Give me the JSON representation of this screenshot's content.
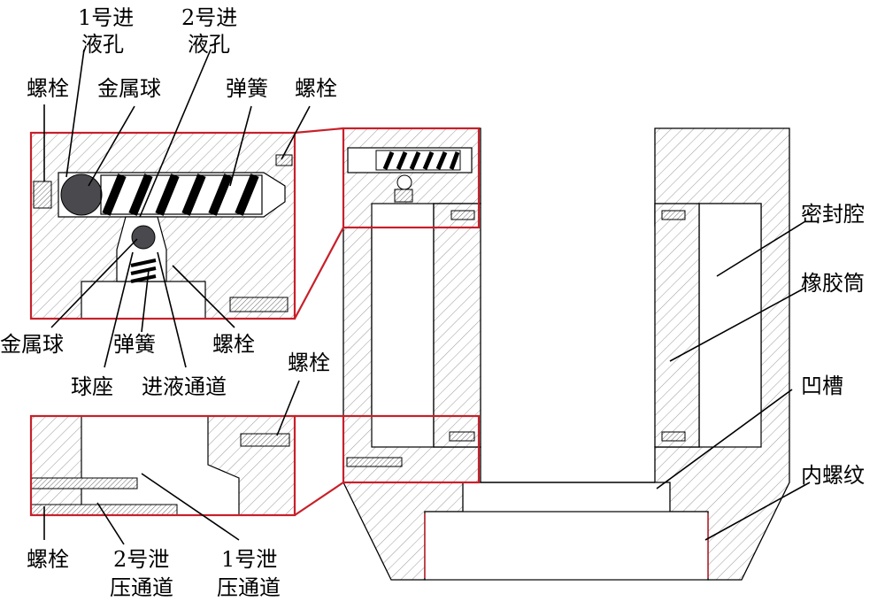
{
  "labels": {
    "inlet_1_line1": "1号进",
    "inlet_1_line2": "液孔",
    "inlet_2_line1": "2号进",
    "inlet_2_line2": "液孔",
    "bolt": "螺栓",
    "metal_ball": "金属球",
    "spring": "弹簧",
    "ball_seat": "球座",
    "inlet_channel": "进液通道",
    "seal_cavity": "密封腔",
    "rubber_tube": "橡胶筒",
    "groove": "凹槽",
    "internal_thread": "内螺纹",
    "relief_2_line1": "2号泄",
    "relief_2_line2": "压通道",
    "relief_1_line1": "1号泄",
    "relief_1_line2": "压通道"
  },
  "colors": {
    "highlight_frame": "#c8202a",
    "ball": "#4a4a4e",
    "outline": "#000000",
    "hatch": "#9a9a9a"
  }
}
